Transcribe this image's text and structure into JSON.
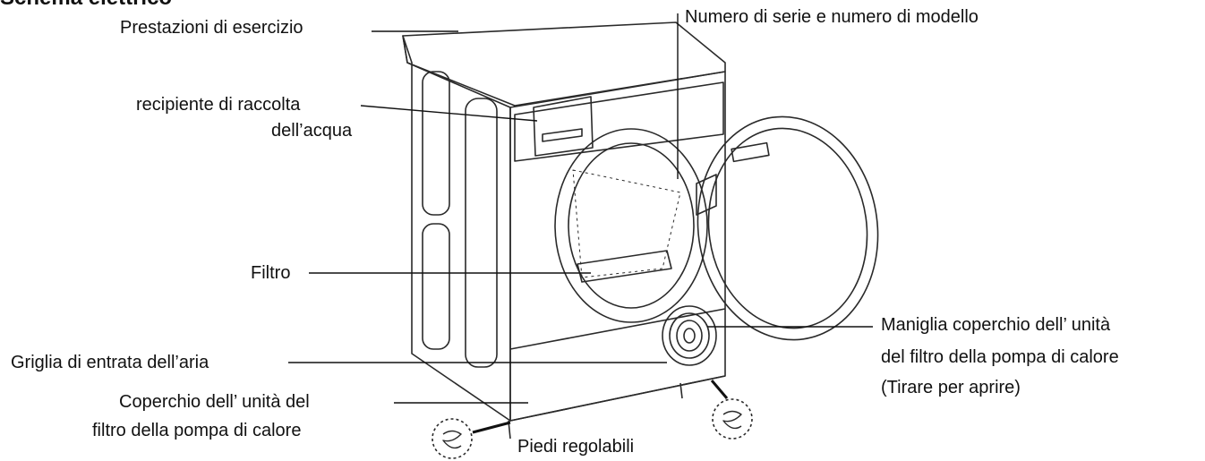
{
  "heading": "Schema elettrico",
  "labels": {
    "prestazioni": "Prestazioni di esercizio",
    "recipiente_line1": "recipiente di raccolta",
    "recipiente_line2": "dell’acqua",
    "filtro": "Filtro",
    "griglia": "Griglia di entrata dell’aria",
    "coperchio_line1": "Coperchio dell’ unità del",
    "coperchio_line2": "filtro della pompa di calore",
    "piedi": "Piedi regolabili",
    "numero_serie": "Numero di serie e numero di modello",
    "maniglia_line1": "Maniglia coperchio dell’ unità",
    "maniglia_line2": "del filtro della pompa di calore",
    "maniglia_line3": "(Tirare per aprire)"
  },
  "colors": {
    "line": "#111111",
    "outline": "#2a2a2a",
    "fill": "#ffffff"
  }
}
